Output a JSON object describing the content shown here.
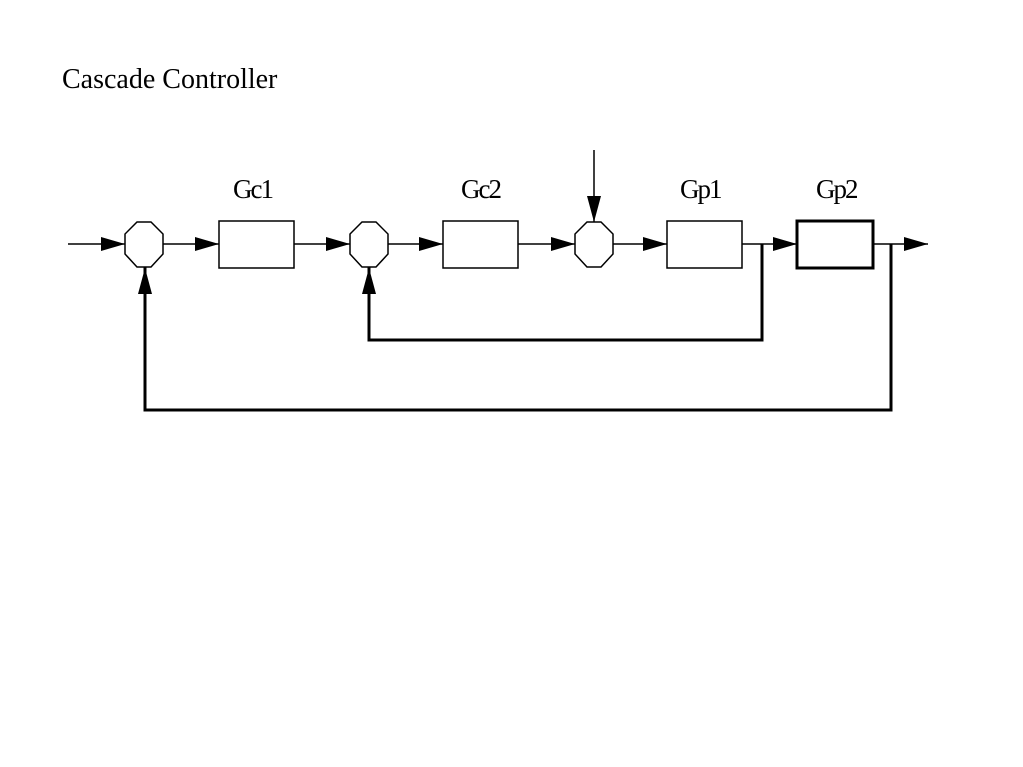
{
  "title": "Cascade Controller",
  "colors": {
    "stroke": "#000000",
    "background": "#ffffff"
  },
  "blocks": [
    {
      "id": "gc1",
      "label": "Gc1"
    },
    {
      "id": "gc2",
      "label": "Gc2"
    },
    {
      "id": "gp1",
      "label": "Gp1"
    },
    {
      "id": "gp2",
      "label": "Gp2"
    }
  ],
  "summing_junctions": [
    "outer-loop",
    "inner-loop",
    "disturbance"
  ],
  "feedback_loops": [
    "inner-loop",
    "outer-loop"
  ]
}
